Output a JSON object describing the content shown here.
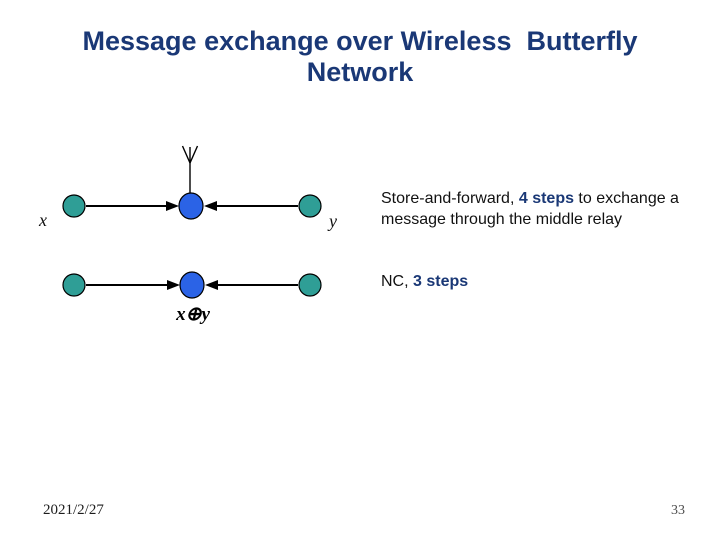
{
  "slide": {
    "title_line1": "Message exchange over Wireless  Butterfly",
    "title_line2": "Network",
    "title_color": "#1a3876"
  },
  "diagram": {
    "source_label_left": "x",
    "source_label_right": "y",
    "relay_output_label": "x⊕y",
    "source_node_color": "#2f9e96",
    "relay_node_color": "#2b63e6",
    "edge_color": "#000000",
    "icons": {
      "antenna": "antenna-icon"
    }
  },
  "notes": {
    "highlight_color": "#1a3876",
    "store_and_forward": {
      "prefix": "Store-and-forward, ",
      "highlight": "4 steps",
      "suffix": " to exchange a message through the middle relay"
    },
    "network_coding": {
      "prefix": "NC, ",
      "highlight": "3 steps"
    }
  },
  "footer": {
    "date": "2021/2/27",
    "page_number": "33"
  }
}
